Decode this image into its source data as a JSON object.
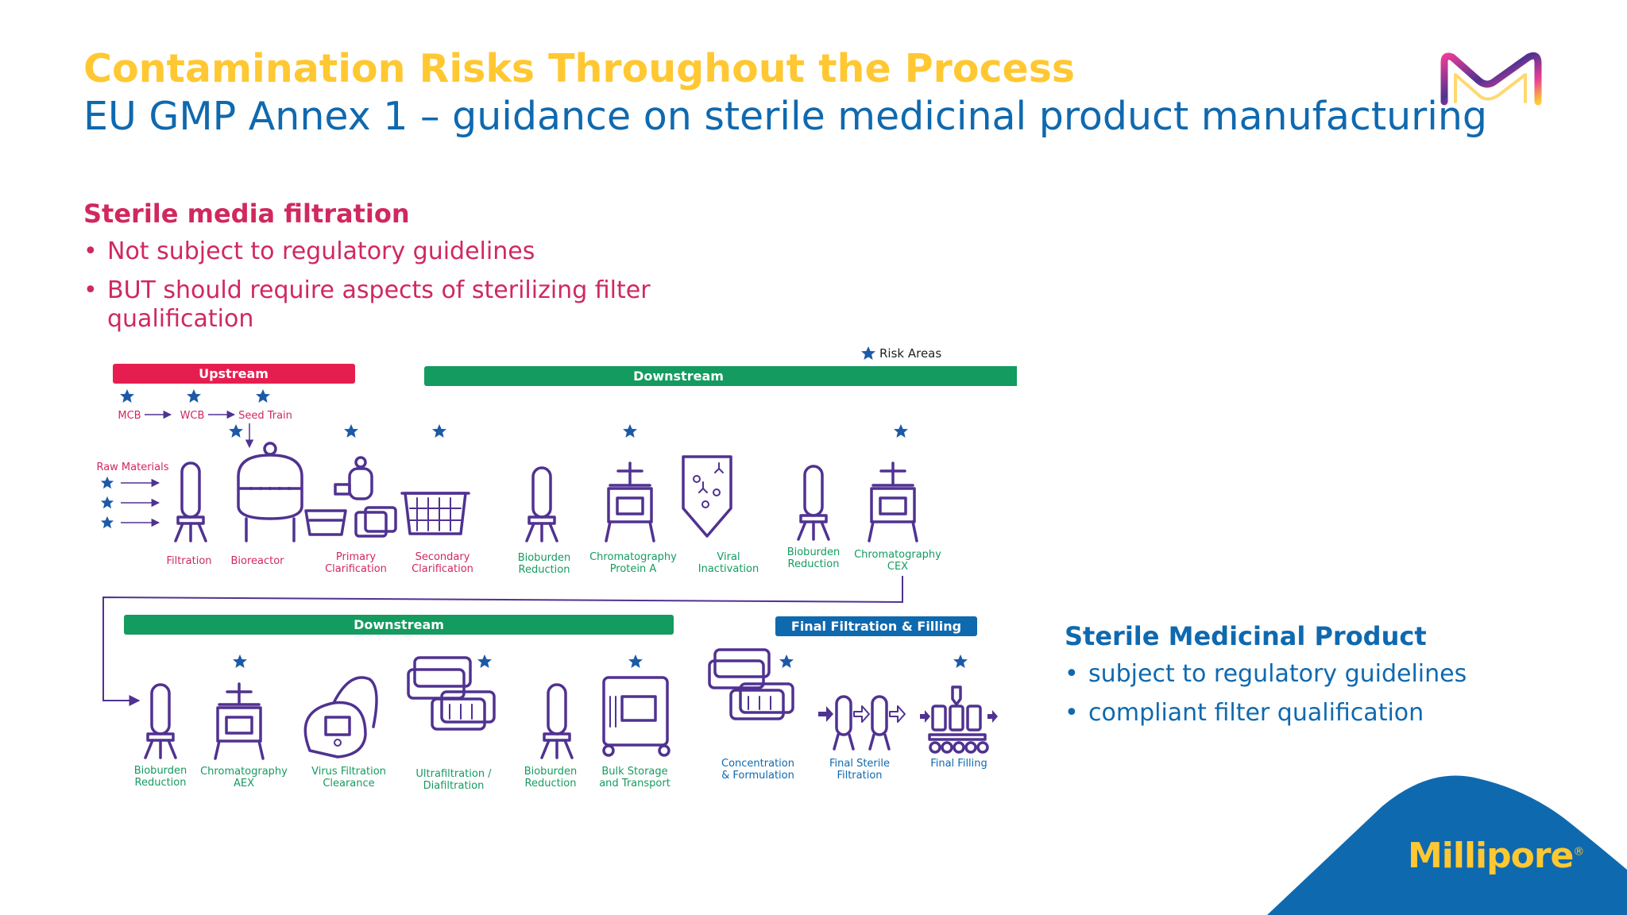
{
  "header": {
    "title": "Contamination Risks Throughout the Process",
    "subtitle": "EU GMP Annex 1 – guidance on sterile medicinal product manufacturing"
  },
  "left_section": {
    "heading": "Sterile media filtration",
    "bullets": [
      "Not subject to regulatory guidelines",
      "BUT should require aspects of sterilizing filter qualification"
    ]
  },
  "right_section": {
    "heading": "Sterile Medicinal Product",
    "bullets": [
      "subject to regulatory guidelines",
      "compliant filter qualification"
    ]
  },
  "legend": {
    "label": "Risk Areas",
    "icon": "star-icon"
  },
  "bars": {
    "upstream": "Upstream",
    "downstream_top": "Downstream",
    "downstream_bottom": "Downstream",
    "final": "Final Filtration & Filling"
  },
  "cell_bank": {
    "mcb": "MCB",
    "wcb": "WCB",
    "seed": "Seed Train"
  },
  "raw_materials": "Raw Materials",
  "steps_row1": [
    {
      "l1": "Filtration",
      "l2": ""
    },
    {
      "l1": "Bioreactor",
      "l2": ""
    },
    {
      "l1": "Primary",
      "l2": "Clarification"
    },
    {
      "l1": "Secondary",
      "l2": "Clarification"
    },
    {
      "l1": "Bioburden",
      "l2": "Reduction"
    },
    {
      "l1": "Chromatography",
      "l2": "Protein A"
    },
    {
      "l1": "Viral",
      "l2": "Inactivation"
    },
    {
      "l1": "Bioburden",
      "l2": "Reduction"
    },
    {
      "l1": "Chromatography",
      "l2": "CEX"
    }
  ],
  "steps_row2": [
    {
      "l1": "Bioburden",
      "l2": "Reduction"
    },
    {
      "l1": "Chromatography",
      "l2": "AEX"
    },
    {
      "l1": "Virus Filtration",
      "l2": "Clearance"
    },
    {
      "l1": "Ultrafiltration /",
      "l2": "Diafiltration"
    },
    {
      "l1": "Bioburden",
      "l2": "Reduction"
    },
    {
      "l1": "Bulk Storage",
      "l2": "and Transport"
    },
    {
      "l1": "Concentration",
      "l2": "& Formulation"
    },
    {
      "l1": "Final Sterile",
      "l2": "Filtration"
    },
    {
      "l1": "Final Filling",
      "l2": ""
    }
  ],
  "brand": {
    "name": "Millipore",
    "mark": "®",
    "logo": "merck-m-logo"
  },
  "colors": {
    "title": "#FFC832",
    "subtitle": "#0F69AF",
    "pink": "#D0285F",
    "green": "#149B5F",
    "blue": "#0F69AF",
    "purple": "#503291",
    "star": "#1C5AA8"
  }
}
